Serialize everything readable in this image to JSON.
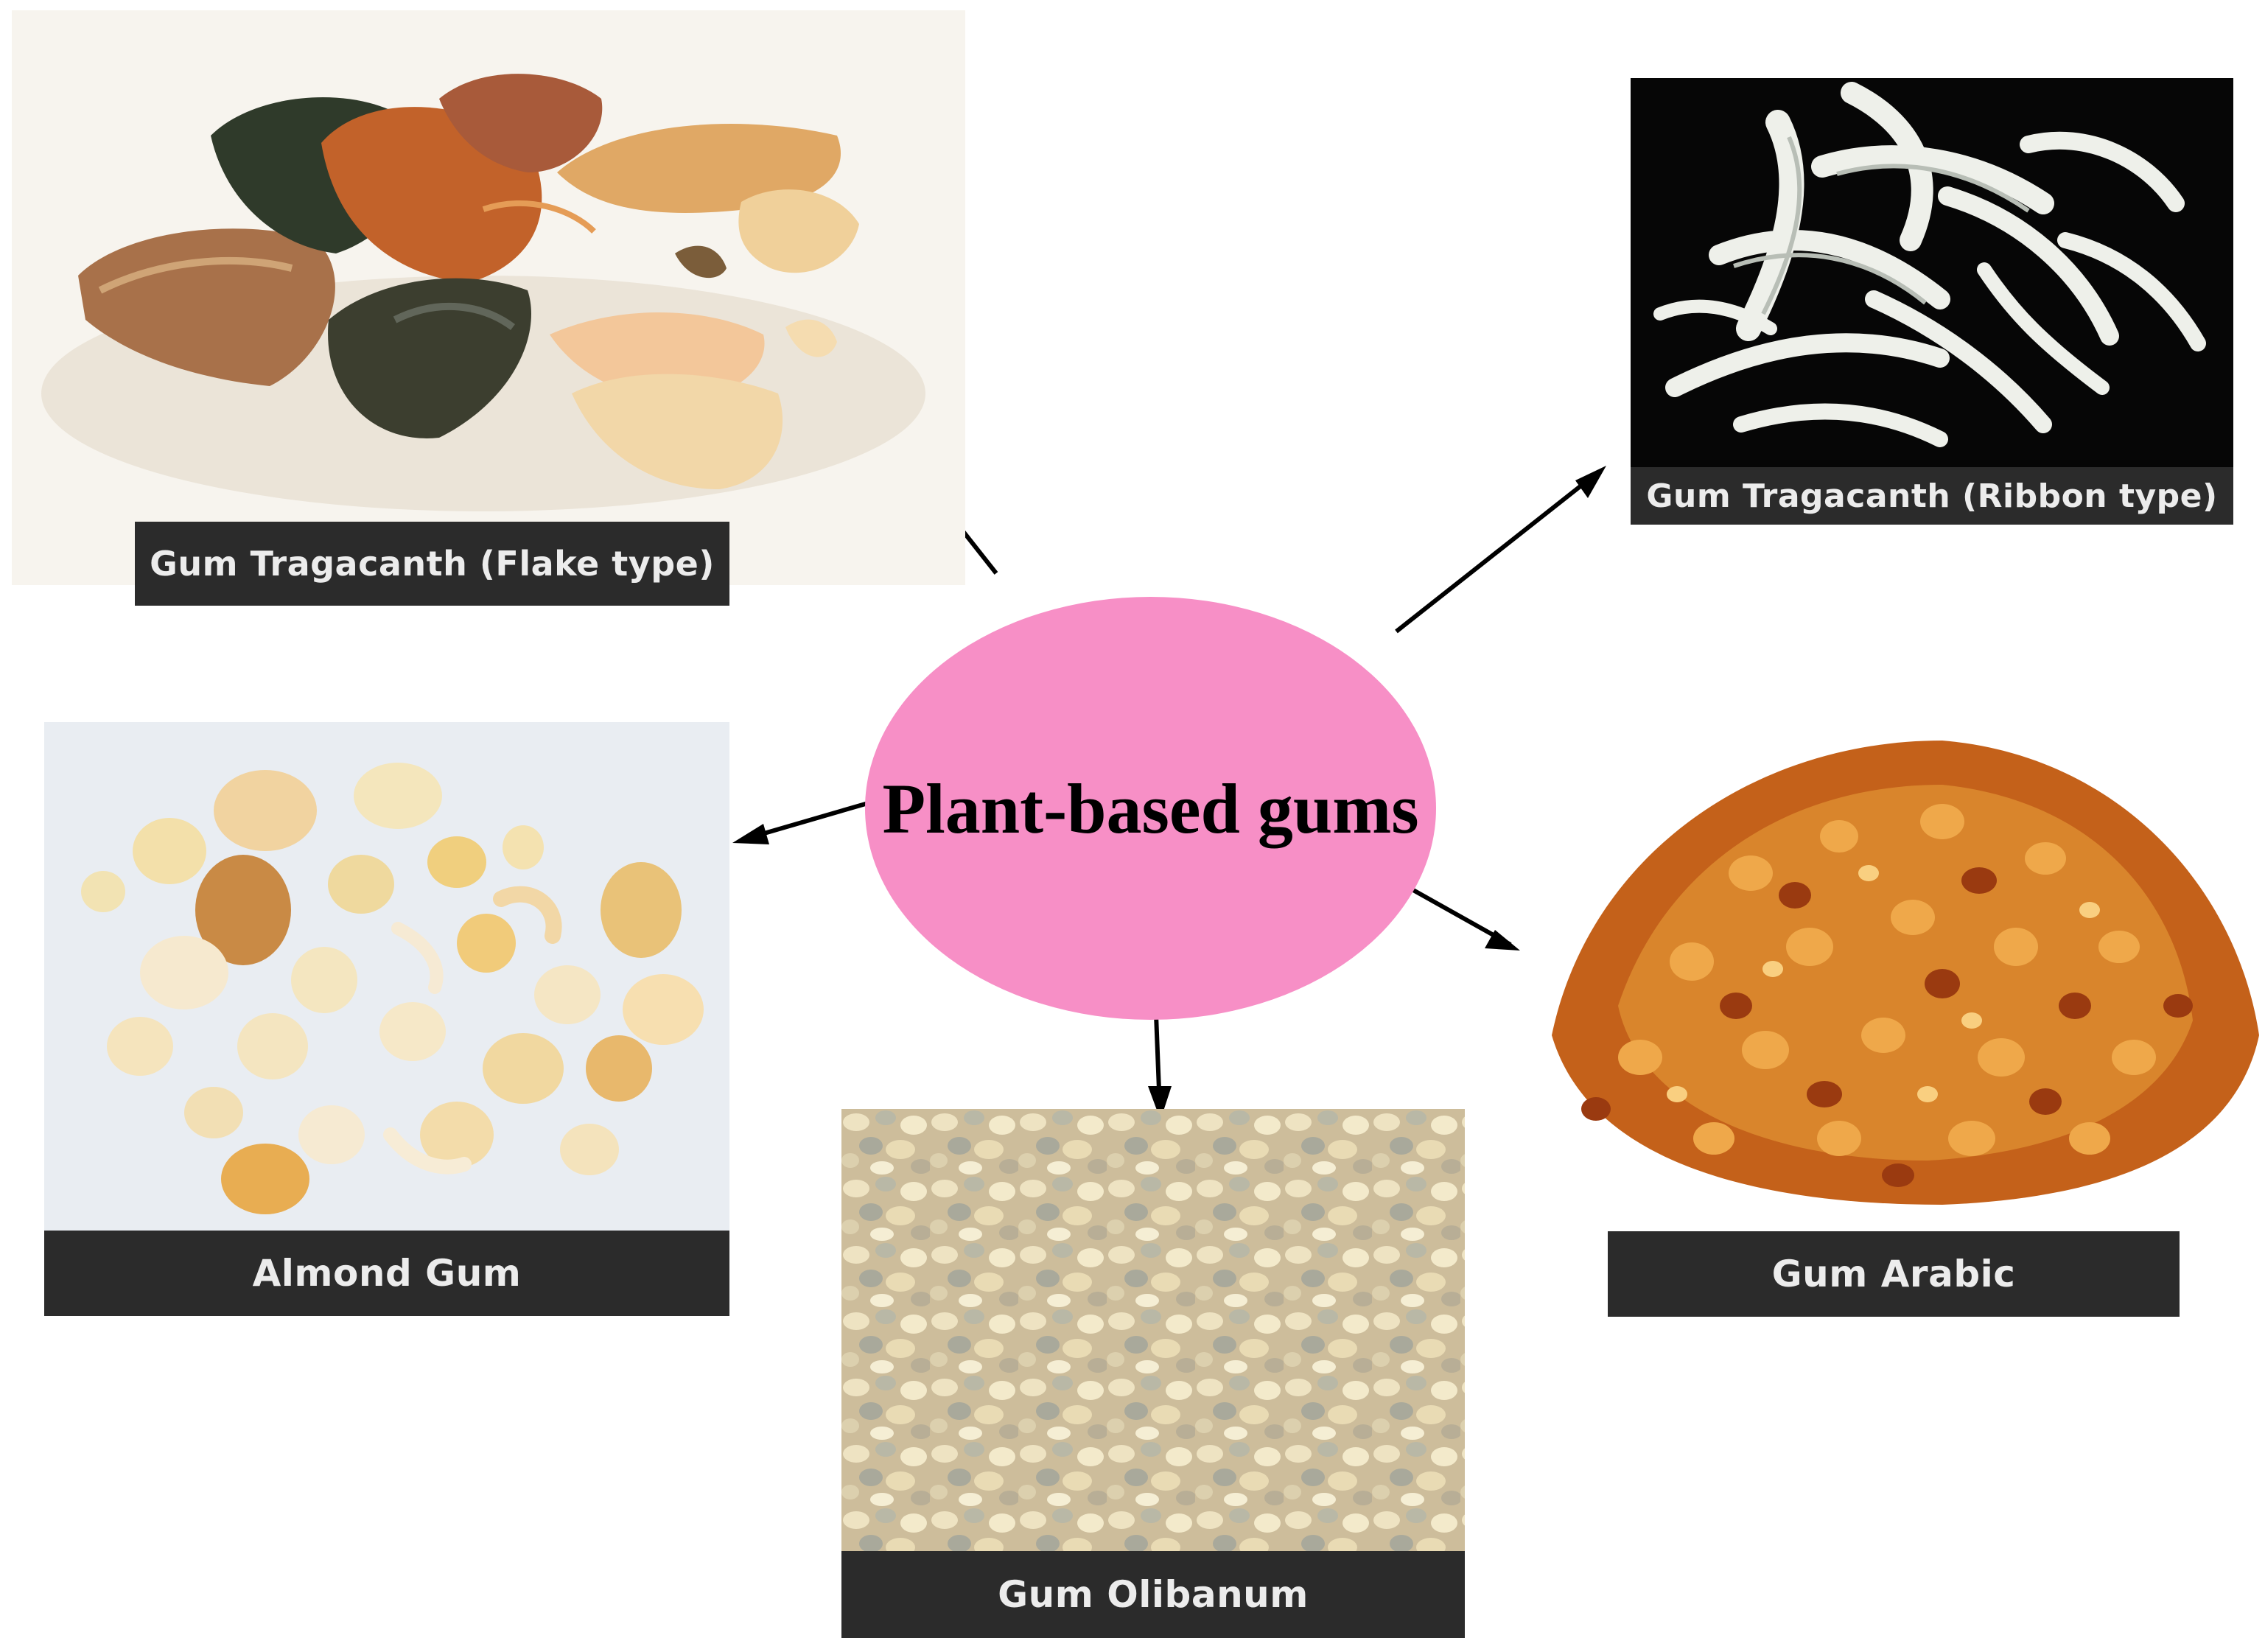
{
  "center": {
    "label": "Plant-based gums",
    "color": "#f78fc6"
  },
  "items": [
    {
      "key": "flake",
      "caption": "Gum Tragacanth (Flake type)"
    },
    {
      "key": "ribbon",
      "caption": "Gum Tragacanth (Ribbon type)"
    },
    {
      "key": "almond",
      "caption": "Almond Gum"
    },
    {
      "key": "arabic",
      "caption": "Gum Arabic"
    },
    {
      "key": "olibanum",
      "caption": "Gum Olibanum"
    }
  ],
  "colors": {
    "caption_bg": "#2b2b2b",
    "caption_text": "#ececec",
    "arrow": "#000000"
  }
}
